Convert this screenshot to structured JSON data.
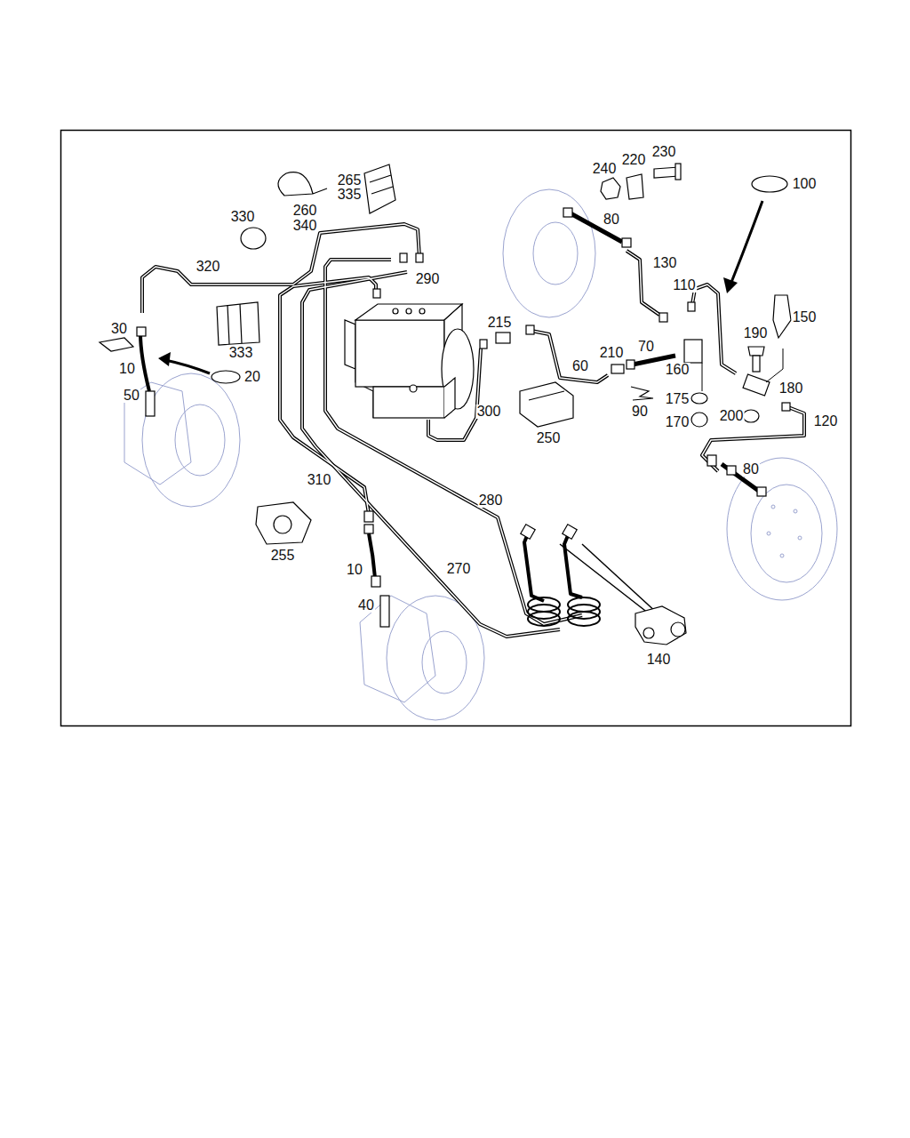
{
  "diagram": {
    "labels": [
      "265",
      "335",
      "260",
      "340",
      "330",
      "320",
      "290",
      "240",
      "220",
      "230",
      "80",
      "130",
      "100",
      "110",
      "150",
      "190",
      "215",
      "30",
      "333",
      "10",
      "20",
      "210",
      "70",
      "60",
      "160",
      "180",
      "175",
      "50",
      "90",
      "300",
      "200",
      "170",
      "120",
      "250",
      "80",
      "310",
      "280",
      "255",
      "10",
      "270",
      "40",
      "140"
    ]
  }
}
